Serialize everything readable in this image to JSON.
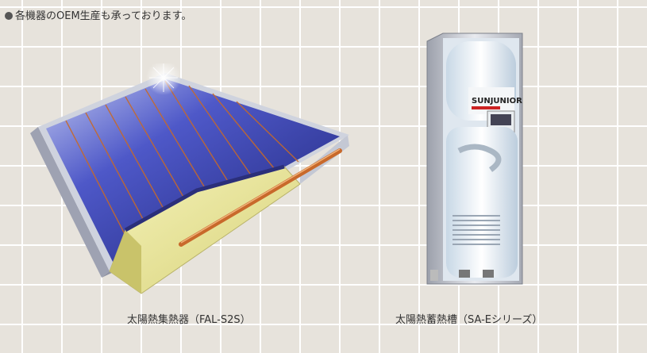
{
  "note": "各機器のOEM生産も承っております。",
  "products": [
    {
      "caption": "太陽熱集熱器（FAL-S2S）",
      "image": "solar-collector-panel"
    },
    {
      "caption": "太陽熱蓄熱槽（SA-Eシリーズ）",
      "image": "solar-storage-tank",
      "logo_text": "SUNJUNIOR"
    }
  ]
}
